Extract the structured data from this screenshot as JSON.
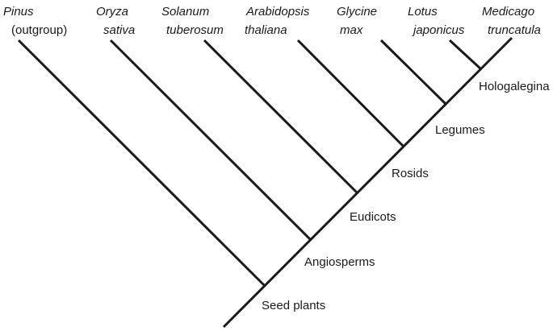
{
  "taxa": [
    {
      "line1": "Pinus",
      "line2": "(outgroup)"
    },
    {
      "line1": "Oryza",
      "line2": "sativa"
    },
    {
      "line1": "Solanum",
      "line2": "tuberosum"
    },
    {
      "line1": "Arabidopsis",
      "line2": "thaliana"
    },
    {
      "line1": "Glycine",
      "line2": "max"
    },
    {
      "line1": "Lotus",
      "line2": "japonicus"
    },
    {
      "line1": "Medicago",
      "line2": "truncatula"
    }
  ],
  "clades": [
    "Seed plants",
    "Angiosperms",
    "Eudicots",
    "Rosids",
    "Legumes",
    "Hologalegina"
  ],
  "colors": {
    "line": "#1a1a1a",
    "text": "#1a1a1a",
    "background": "#ffffff"
  }
}
